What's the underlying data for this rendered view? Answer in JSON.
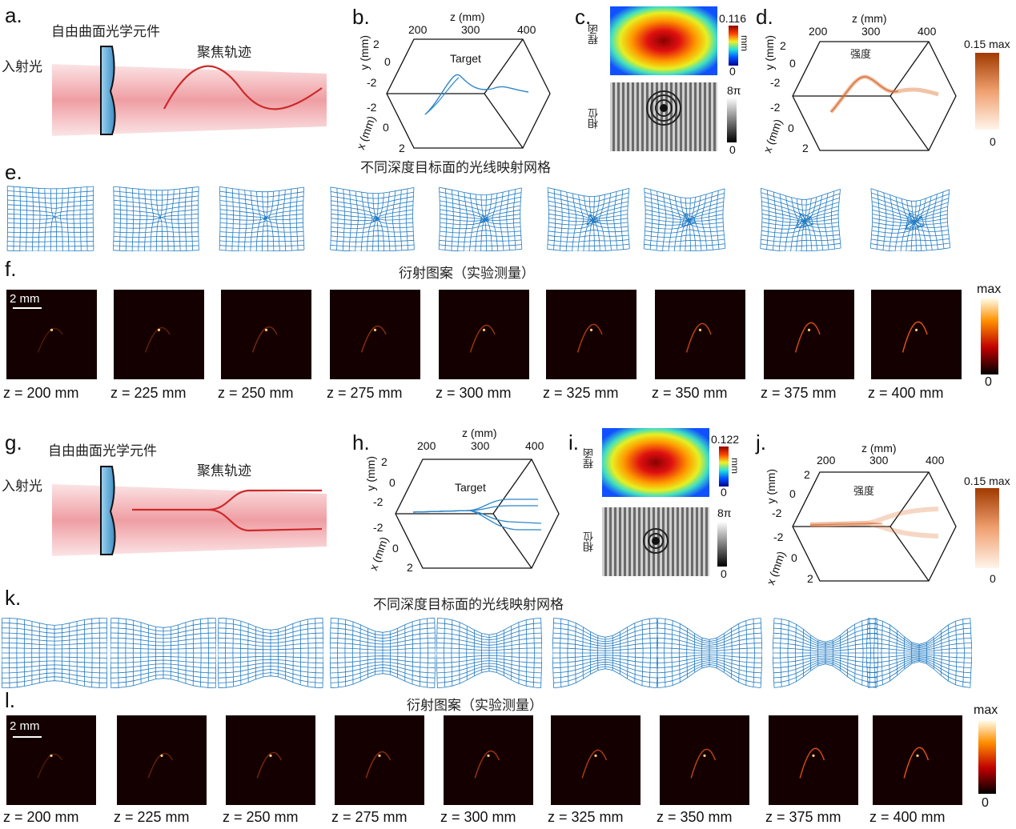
{
  "top": {
    "labels": {
      "a": "a.",
      "b": "b.",
      "c": "c.",
      "d": "d.",
      "e": "e.",
      "f": "f."
    },
    "a": {
      "element": "自由曲面光学元件",
      "trajectory": "聚焦轨迹",
      "incident": "入射光"
    },
    "b": {
      "z_axis": "z (mm)",
      "z_ticks": [
        "200",
        "300",
        "400"
      ],
      "y_axis": "y (mm)",
      "y_ticks": [
        "2",
        "0",
        "-2"
      ],
      "x_axis": "x (mm)",
      "x_ticks": [
        "-2",
        "0",
        "2"
      ],
      "target": "Target"
    },
    "c": {
      "height_label": "程函",
      "height_max": "0.116",
      "height_min": "0",
      "height_unit": "mm",
      "phase_label": "相位",
      "phase_max": "8π",
      "phase_min": "0"
    },
    "d": {
      "z_axis": "z (mm)",
      "z_ticks": [
        "200",
        "300",
        "400"
      ],
      "y_axis": "y (mm)",
      "y_ticks": [
        "2",
        "0",
        "-2"
      ],
      "x_axis": "x (mm)",
      "x_ticks": [
        "-2",
        "0",
        "2"
      ],
      "intensity": "强度",
      "cbar_max": "0.15 max",
      "cbar_min": "0"
    },
    "e": {
      "title": "不同深度目标面的光线映射网格"
    },
    "f": {
      "title": "衍射图案（实验测量）",
      "scale": "2 mm",
      "cbar_max": "max",
      "cbar_min": "0",
      "z_labels": [
        "z = 200 mm",
        "z = 225 mm",
        "z = 250 mm",
        "z = 275 mm",
        "z = 300 mm",
        "z = 325 mm",
        "z = 350 mm",
        "z = 375 mm",
        "z = 400 mm"
      ]
    }
  },
  "bottom": {
    "labels": {
      "g": "g.",
      "h": "h.",
      "i": "i.",
      "j": "j.",
      "k": "k.",
      "l": "l."
    },
    "g": {
      "element": "自由曲面光学元件",
      "trajectory": "聚焦轨迹",
      "incident": "入射光"
    },
    "h": {
      "z_axis": "z (mm)",
      "z_ticks": [
        "200",
        "300",
        "400"
      ],
      "y_axis": "y (mm)",
      "y_ticks": [
        "2",
        "0",
        "-2"
      ],
      "x_axis": "x (mm)",
      "x_ticks": [
        "-2",
        "0",
        "2"
      ],
      "target": "Target"
    },
    "i": {
      "height_label": "程函",
      "height_max": "0.122",
      "height_min": "0",
      "height_unit": "mm",
      "phase_label": "相位",
      "phase_max": "8π",
      "phase_min": "0"
    },
    "j": {
      "z_axis": "z (mm)",
      "z_ticks": [
        "200",
        "300",
        "400"
      ],
      "y_axis": "y (mm)",
      "y_ticks": [
        "2",
        "0",
        "-2"
      ],
      "x_axis": "x (mm)",
      "x_ticks": [
        "-2",
        "0",
        "2"
      ],
      "intensity": "强度",
      "cbar_max": "0.15 max",
      "cbar_min": "0"
    },
    "k": {
      "title": "不同深度目标面的光线映射网格"
    },
    "l": {
      "title": "衍射图案（实验测量）",
      "scale": "2 mm",
      "cbar_max": "max",
      "cbar_min": "0",
      "z_labels": [
        "z = 200 mm",
        "z = 225 mm",
        "z = 250 mm",
        "z = 275 mm",
        "z = 300 mm",
        "z = 325 mm",
        "z = 350 mm",
        "z = 375 mm",
        "z = 400 mm"
      ]
    }
  },
  "colors": {
    "beam": "#f2b5b8",
    "lens": "#6ab4dc",
    "trajectory": "#cc2a2a",
    "mesh": "#1f7ac2",
    "intensity": "#e07a3a",
    "dark": "#140000"
  }
}
